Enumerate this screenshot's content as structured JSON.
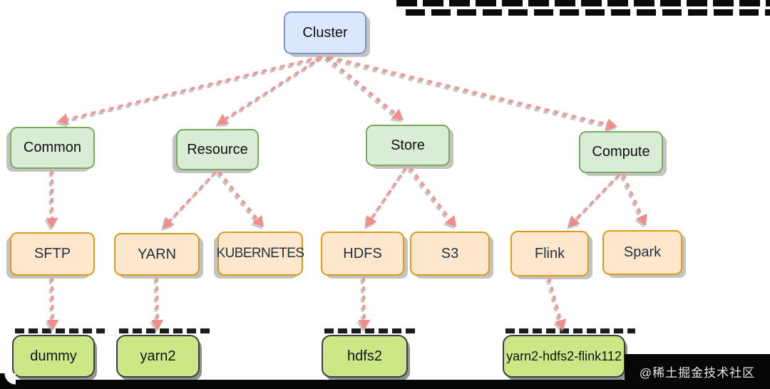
{
  "diagram": {
    "title_node": "Cluster",
    "nodes": {
      "cluster": {
        "label": "Cluster",
        "level": "root"
      },
      "common": {
        "label": "Common",
        "level": "group"
      },
      "resource": {
        "label": "Resource",
        "level": "group"
      },
      "store": {
        "label": "Store",
        "level": "group"
      },
      "compute": {
        "label": "Compute",
        "level": "group"
      },
      "sftp": {
        "label": "SFTP",
        "level": "service"
      },
      "yarn": {
        "label": "YARN",
        "level": "service"
      },
      "kubernetes": {
        "label": "KUBERNETES",
        "level": "service"
      },
      "hdfs": {
        "label": "HDFS",
        "level": "service"
      },
      "s3": {
        "label": "S3",
        "level": "service"
      },
      "flink": {
        "label": "Flink",
        "level": "service"
      },
      "spark": {
        "label": "Spark",
        "level": "service"
      },
      "dummy": {
        "label": "dummy",
        "level": "instance"
      },
      "yarn2": {
        "label": "yarn2",
        "level": "instance"
      },
      "hdfs2": {
        "label": "hdfs2",
        "level": "instance"
      },
      "flink_leaf": {
        "label": "yarn2-hdfs2-flink112",
        "level": "instance"
      }
    },
    "edges": [
      {
        "from": "cluster",
        "to": "common"
      },
      {
        "from": "cluster",
        "to": "resource"
      },
      {
        "from": "cluster",
        "to": "store"
      },
      {
        "from": "cluster",
        "to": "compute"
      },
      {
        "from": "common",
        "to": "sftp"
      },
      {
        "from": "resource",
        "to": "yarn"
      },
      {
        "from": "resource",
        "to": "kubernetes"
      },
      {
        "from": "store",
        "to": "hdfs"
      },
      {
        "from": "store",
        "to": "s3"
      },
      {
        "from": "compute",
        "to": "flink"
      },
      {
        "from": "compute",
        "to": "spark"
      },
      {
        "from": "sftp",
        "to": "dummy"
      },
      {
        "from": "yarn",
        "to": "yarn2"
      },
      {
        "from": "hdfs",
        "to": "hdfs2"
      },
      {
        "from": "flink",
        "to": "flink_leaf"
      }
    ],
    "colors": {
      "root_fill": "#dbe8fb",
      "root_border": "#7b97c9",
      "group_fill": "#d9ecd6",
      "group_border": "#76ac5c",
      "service_fill": "#ffe7cd",
      "service_border": "#d89c1a",
      "instance_fill": "#cce886",
      "instance_border": "#3a3f42",
      "arrow": "#f09896",
      "arrow_head": "#ee8e8b",
      "arrow_shadow": "#969696"
    }
  },
  "watermark": {
    "text": "@稀土掘金技术社区"
  }
}
